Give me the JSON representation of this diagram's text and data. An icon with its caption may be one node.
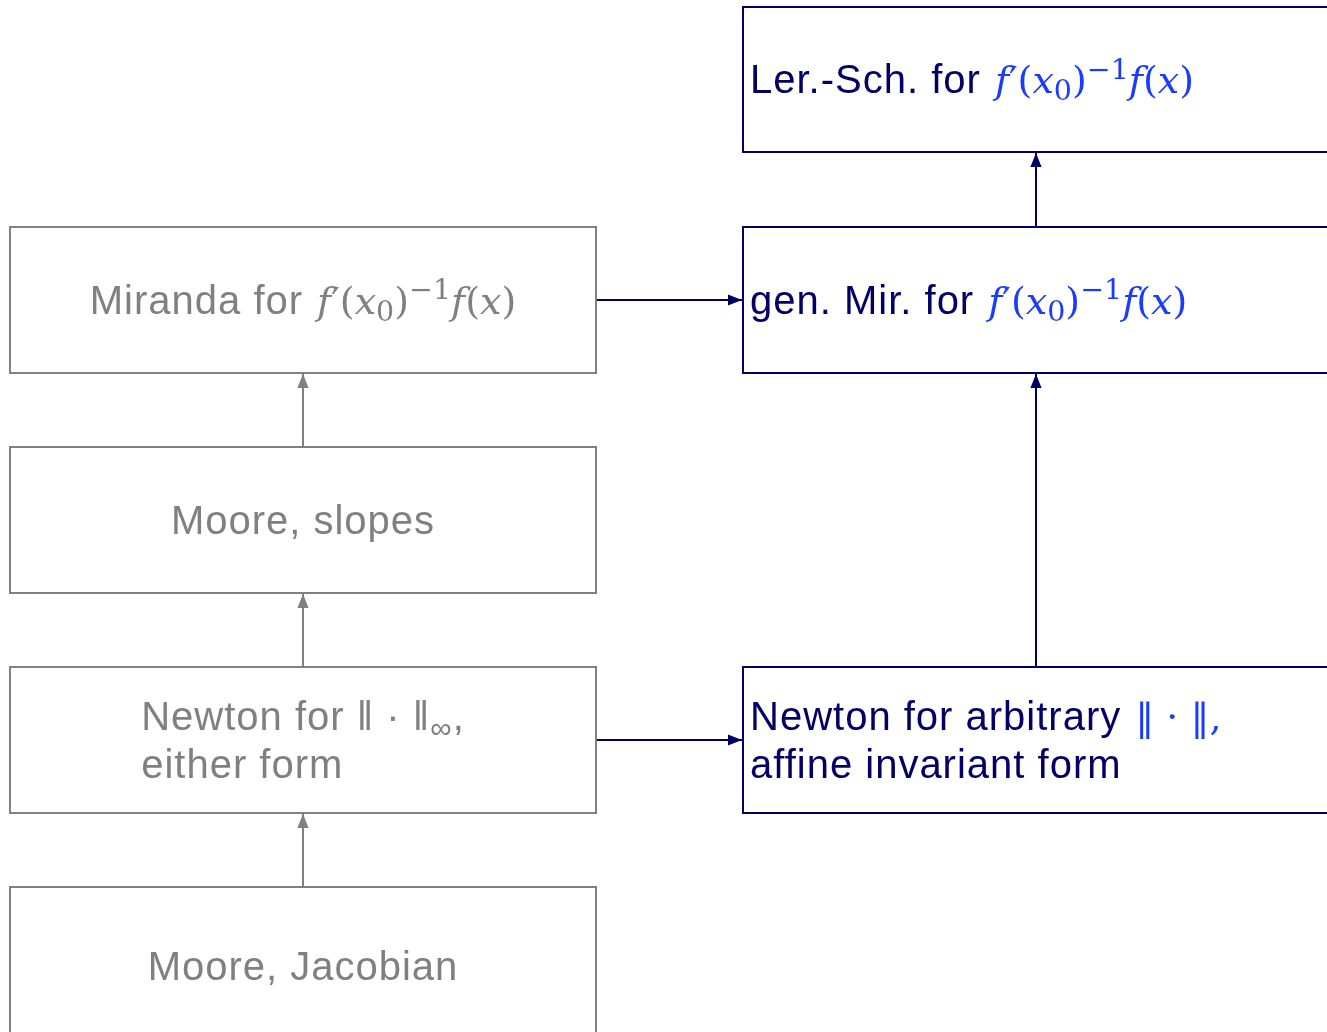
{
  "diagram": {
    "nodes": [
      {
        "text": [
          "Ler.-Sch. for",
          "*f*′(*x*$_{0}$)$^{−1}$*f*(*x*)"
        ]
      },
      {
        "text": [
          "Miranda for",
          "*f*′(*x*$_{0}$)$^{−1}$*f*(*x*)"
        ]
      },
      {
        "text": [
          "gen. Mir. for",
          "*f*′(*x*$_{0}$)$^{−1}$*f*(*x*)"
        ]
      },
      {
        "text": [
          "Moore, slopes"
        ]
      },
      {
        "text": [
          "Newton for ‖ · ‖$_{∞}$,",
          "either form"
        ]
      },
      {
        "text": [
          "Newton for arbitrary",
          "‖ · ‖,",
          "affine invariant form"
        ]
      },
      {
        "text": [
          "Moore, Jacobian"
        ]
      }
    ],
    "edges": [
      {
        "from": 6,
        "to": 4,
        "arrow": "to",
        "color": "#808080"
      },
      {
        "from": 4,
        "to": 3,
        "arrow": "to",
        "color": "#808080"
      },
      {
        "from": 3,
        "to": 1,
        "arrow": "to",
        "color": "#808080"
      },
      {
        "from": 1,
        "to": 2,
        "arrow": "to"
      },
      {
        "from": 4,
        "to": 5,
        "arrow": "to"
      },
      {
        "from": 5,
        "to": 2,
        "arrow": "to"
      },
      {
        "from": 2,
        "to": 0,
        "arrow": "to"
      }
    ]
  }
}
